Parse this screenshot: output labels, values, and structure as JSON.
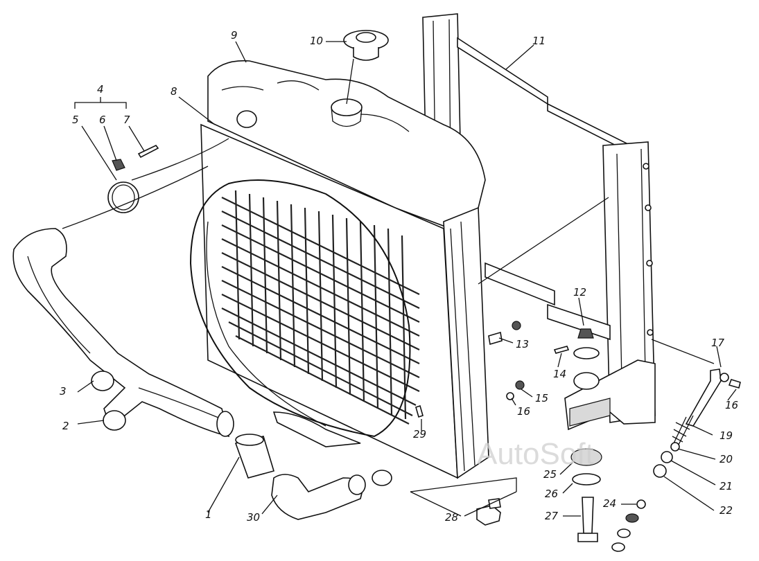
{
  "diagram": {
    "watermark": "AutoSoft",
    "labels": {
      "l1": "1",
      "l2": "2",
      "l3": "3",
      "l4": "4",
      "l5": "5",
      "l6": "6",
      "l7": "7",
      "l8": "8",
      "l9": "9",
      "l10": "10",
      "l11": "11",
      "l12": "12",
      "l13": "13",
      "l14": "14",
      "l15": "15",
      "l16a": "16",
      "l16b": "16",
      "l17": "17",
      "l19": "19",
      "l20": "20",
      "l21": "21",
      "l22": "22",
      "l24": "24",
      "l25": "25",
      "l26": "26",
      "l27": "27",
      "l28": "28",
      "l29": "29",
      "l30": "30"
    }
  }
}
